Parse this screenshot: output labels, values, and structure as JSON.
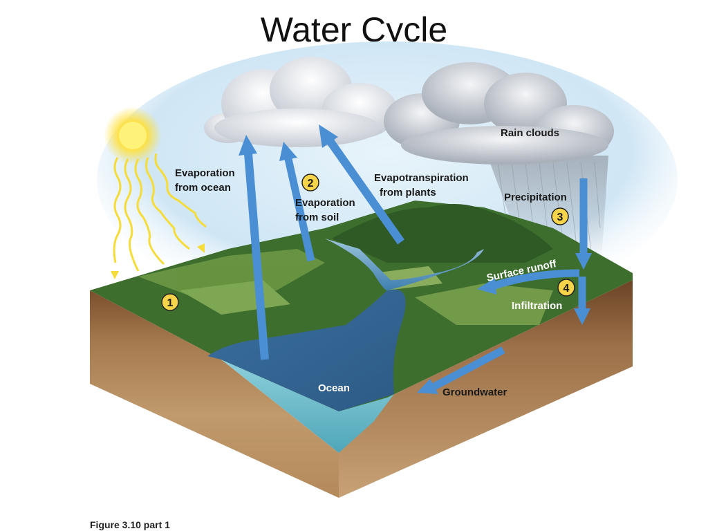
{
  "title": "Water Cycle",
  "caption": "Figure 3.10 part 1",
  "labels": {
    "evap_ocean": [
      "Evaporation",
      "from ocean"
    ],
    "evap_soil": [
      "Evaporation",
      "from soil"
    ],
    "evapotranspiration": [
      "Evapotranspiration",
      "from plants"
    ],
    "rain_clouds": "Rain clouds",
    "precipitation": "Precipitation",
    "surface_runoff": "Surface runoff",
    "infiltration": "Infiltration",
    "ocean": "Ocean",
    "groundwater": "Groundwater"
  },
  "steps": [
    "1",
    "2",
    "3",
    "4"
  ],
  "colors": {
    "arrow": "#4a8fd4",
    "sun": "#ffd92e",
    "ray": "#f5dc3a",
    "badge": "#f7d54a",
    "ocean": "#3f7fb0",
    "sky": "#cfe6f5",
    "land": "#3d6e2e",
    "soil": "#a57a4e"
  },
  "icons": [
    "sun-icon",
    "cloud-icon",
    "rain-icon"
  ]
}
